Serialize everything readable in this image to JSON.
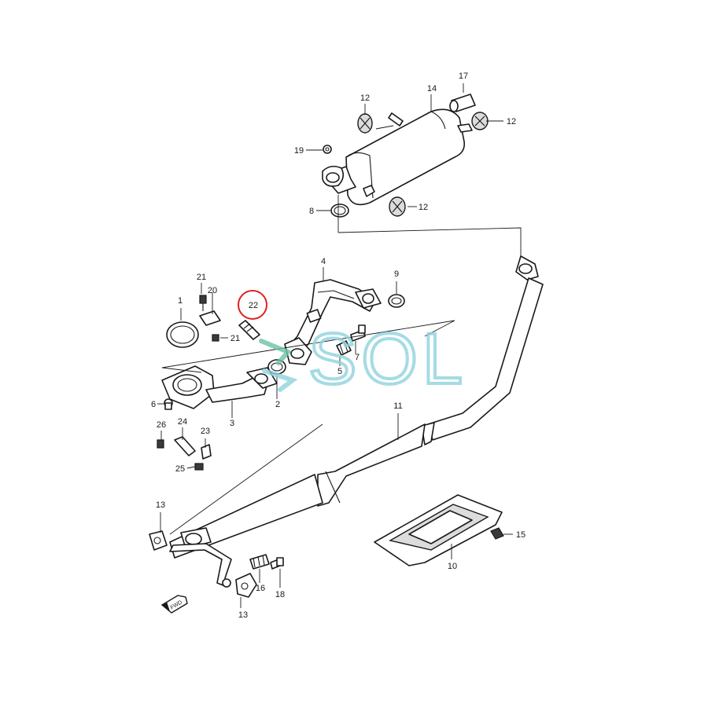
{
  "watermark": {
    "text": "SOL",
    "color": "#8fd3de",
    "accent": "#6cc3a6"
  },
  "highlight": {
    "callout": "22",
    "ring_color": "#e02020"
  },
  "callouts": {
    "c1": "1",
    "c2": "2",
    "c3": "3",
    "c4": "4",
    "c5": "5",
    "c6": "6",
    "c7": "7",
    "c8": "8",
    "c9": "9",
    "c10": "10",
    "c11": "11",
    "c12a": "12",
    "c12b": "12",
    "c12c": "12",
    "c13a": "13",
    "c13b": "13",
    "c14": "14",
    "c15": "15",
    "c16": "16",
    "c17": "17",
    "c18": "18",
    "c19": "19",
    "c20": "20",
    "c21a": "21",
    "c21b": "21",
    "c22": "22",
    "c23": "23",
    "c24": "24",
    "c25": "25",
    "c26": "26"
  },
  "direction_arrow": {
    "label": "FWD",
    "icon": "forward-arrow-icon"
  }
}
